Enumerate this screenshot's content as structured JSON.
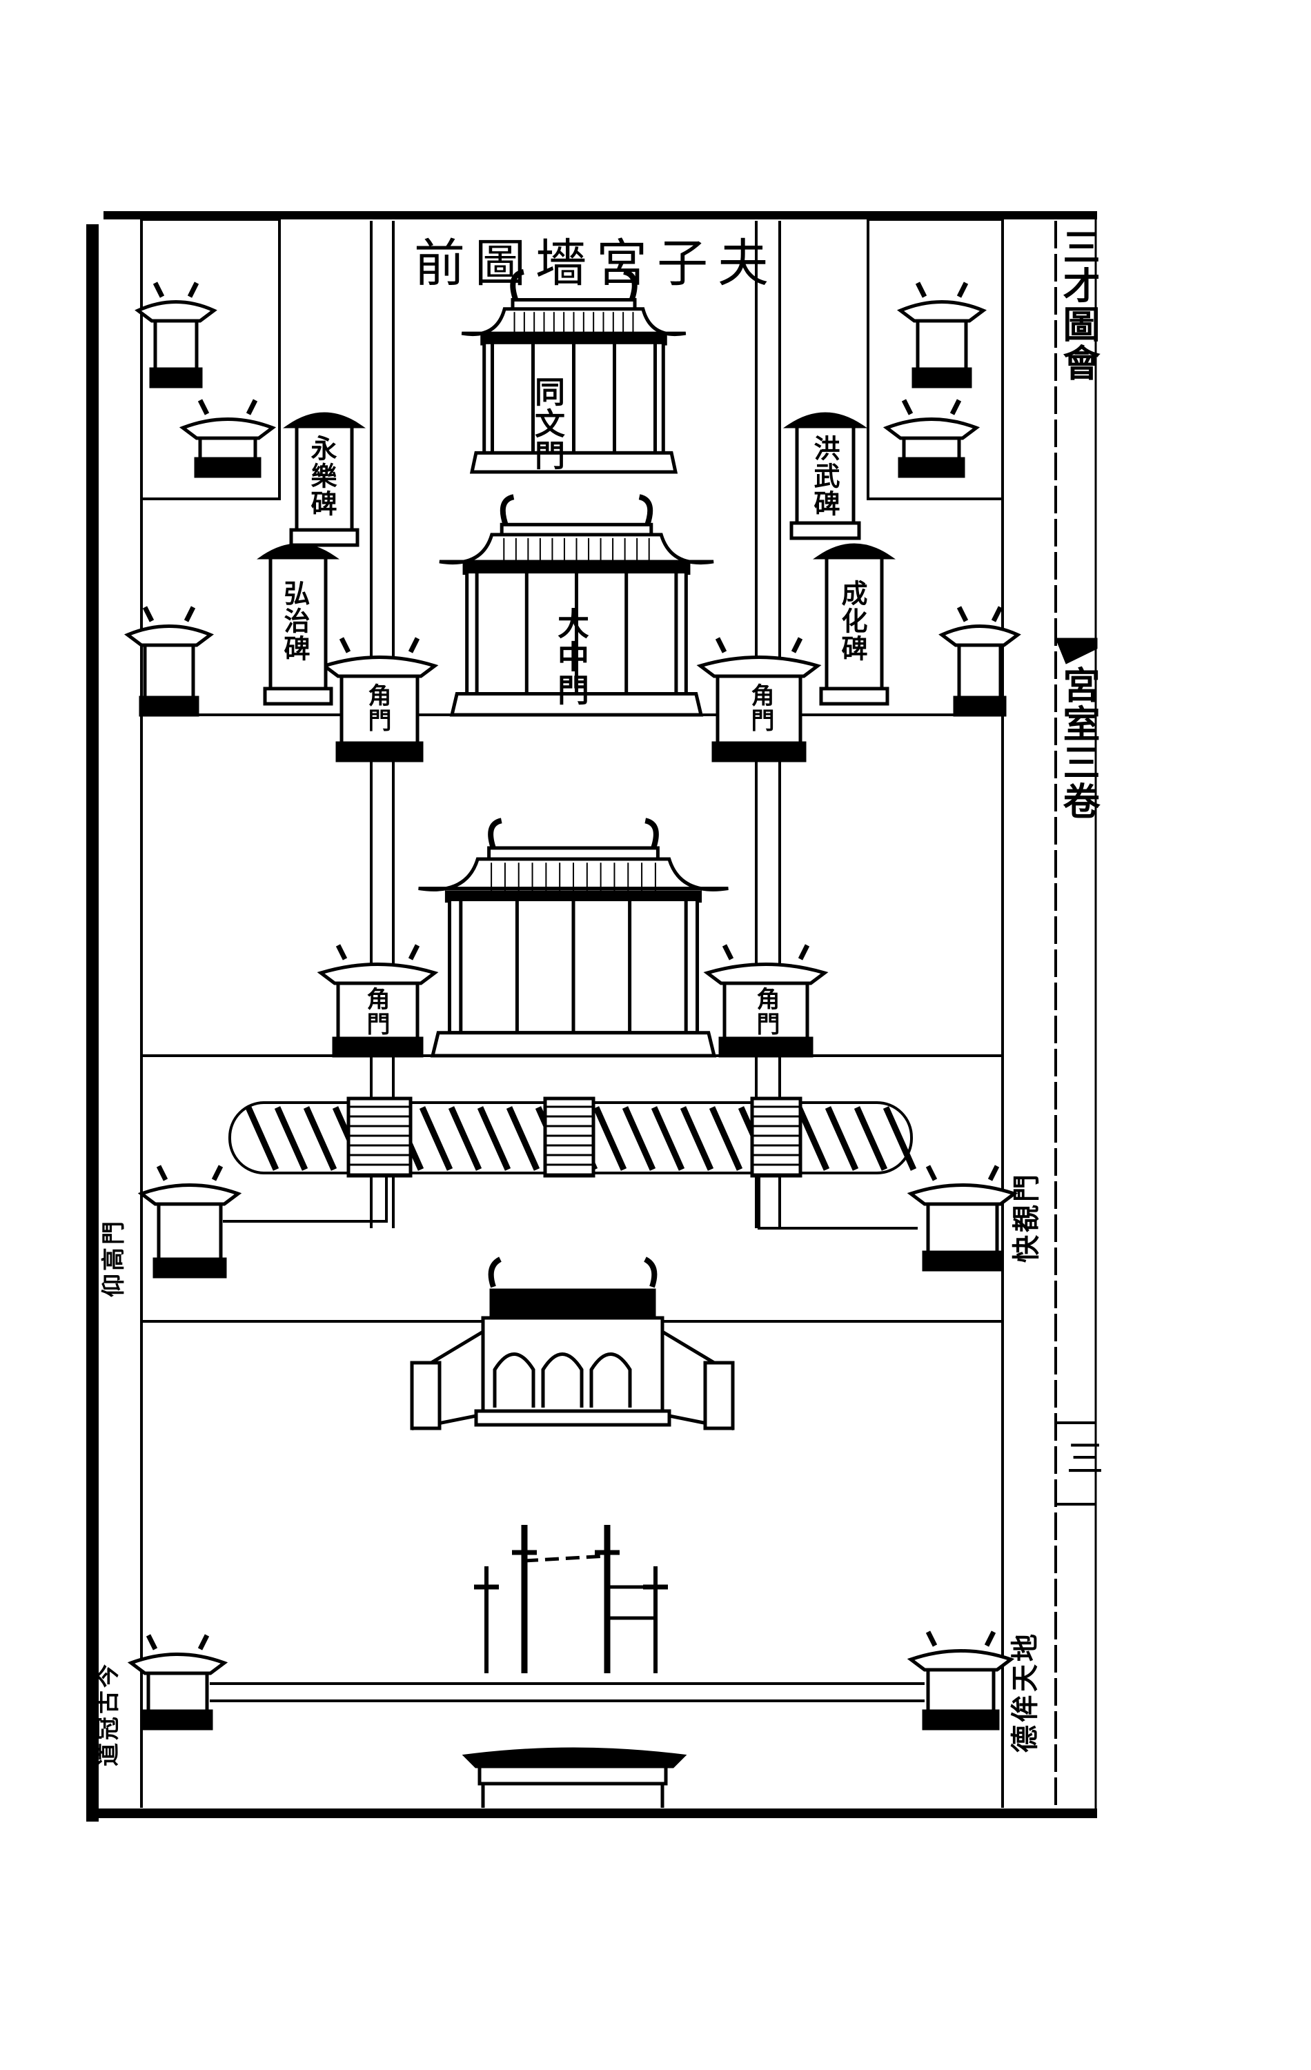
{
  "page_title": "夫子宮墻圖前",
  "margin": {
    "book_title": "三才圖會",
    "section": "宮室三卷",
    "page_number": "三"
  },
  "gates": {
    "top_gate": "同文門",
    "da_zhong_men": "大中門",
    "side_gate_label": "角門"
  },
  "steles": {
    "yongle": "永樂碑",
    "hongzhi": "弘治碑",
    "hongwu": "洪武碑",
    "chenghua": "成化碑"
  },
  "side_labels": {
    "left_gate": "仰高門",
    "right_gate": "快覩門",
    "left_arch": "道冠古今",
    "right_arch": "德侔天地"
  },
  "colors": {
    "ink": "#000000",
    "paper": "#ffffff"
  }
}
